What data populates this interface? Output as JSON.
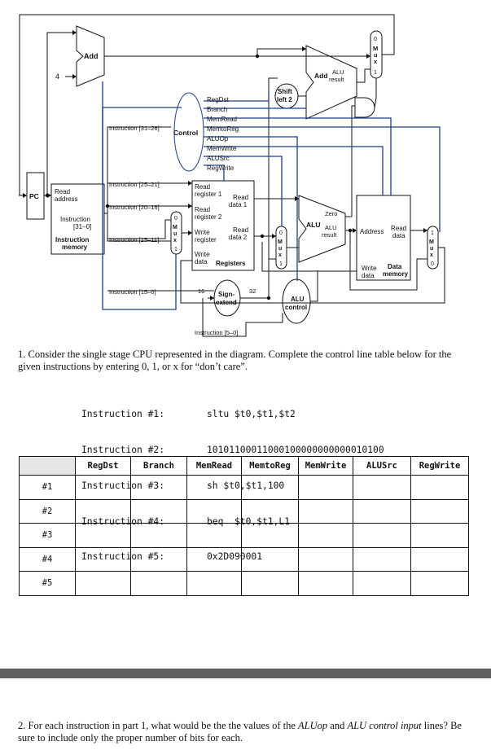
{
  "diagram": {
    "add_label": "Add",
    "const_4": "4",
    "pc_label": "PC",
    "read_address": [
      "Read",
      "address"
    ],
    "instruction_port": [
      "Instruction",
      "[31–0]"
    ],
    "instruction_memory": [
      "Instruction",
      "memory"
    ],
    "instr_31_26": "Instruction [31–26]",
    "instr_25_21": "Instruction [25–21]",
    "instr_20_16": "Instruction [20–16]",
    "instr_15_11": "Instruction [15–11]",
    "instr_15_0": "Instruction [15–0]",
    "instr_5_0": "Instruction [5–0]",
    "control_label": "Control",
    "control_signals": [
      "RegDst",
      "Branch",
      "MemRead",
      "MemtoReg",
      "ALUOp",
      "MemWrite",
      "ALUSrc",
      "RegWrite"
    ],
    "shift_left": [
      "Shift",
      "left 2"
    ],
    "add_alu_left": "Add",
    "add_alu_right": [
      "ALU",
      "result"
    ],
    "mux_letters": [
      "M",
      "u",
      "x"
    ],
    "mux_top_inputs": [
      "0",
      "1"
    ],
    "mux_reg_inputs": [
      "0",
      "1"
    ],
    "mux_alu_inputs": [
      "0",
      "1"
    ],
    "mux_mem_inputs": [
      "1",
      "0"
    ],
    "registers": {
      "read_reg1": [
        "Read",
        "register 1"
      ],
      "read_reg2": [
        "Read",
        "register 2"
      ],
      "write_reg": [
        "Write",
        "register"
      ],
      "write_data": [
        "Write",
        "data"
      ],
      "read_data1": [
        "Read",
        "data 1"
      ],
      "read_data2": [
        "Read",
        "data 2"
      ],
      "title": "Registers"
    },
    "sign_extend": [
      "Sign-",
      "extend"
    ],
    "bits_16": "16",
    "bits_32": "32",
    "alu_main": "ALU",
    "alu_zero": "Zero",
    "alu_result": [
      "ALU",
      "result"
    ],
    "alu_control": [
      "ALU",
      "control"
    ],
    "data_mem": {
      "address": "Address",
      "read_data": [
        "Read",
        "data"
      ],
      "write_data": [
        "Write",
        "data"
      ],
      "title": [
        "Data",
        "memory"
      ]
    }
  },
  "question1": "1. Consider the single stage CPU represented in the diagram. Complete the control line table below for the given instructions by entering 0, 1, or x for “don’t care”.",
  "instructions": [
    {
      "label": "Instruction #1:",
      "value": "sltu $t0,$t1,$t2"
    },
    {
      "label": "Instruction #2:",
      "value": "10101100011000100000000000010100"
    },
    {
      "label": "Instruction #3:",
      "value": "sh $t0,$t1,100"
    },
    {
      "label": "Instruction #4:",
      "value": "beq  $t0,$t1,L1"
    },
    {
      "label": "Instruction #5:",
      "value": "0x2D090001"
    }
  ],
  "table": {
    "columns": [
      "RegDst",
      "Branch",
      "MemRead",
      "MemtoReg",
      "MemWrite",
      "ALUSrc",
      "RegWrite"
    ],
    "rows": [
      "#1",
      "#2",
      "#3",
      "#4",
      "#5"
    ]
  },
  "question2": {
    "before": "2. For each instruction in part 1, what would be the the values of the ",
    "term1": "ALUop",
    "middle": " and ",
    "term2": "ALU control input",
    "after": " lines? Be sure to include only the proper number of bits for each."
  }
}
